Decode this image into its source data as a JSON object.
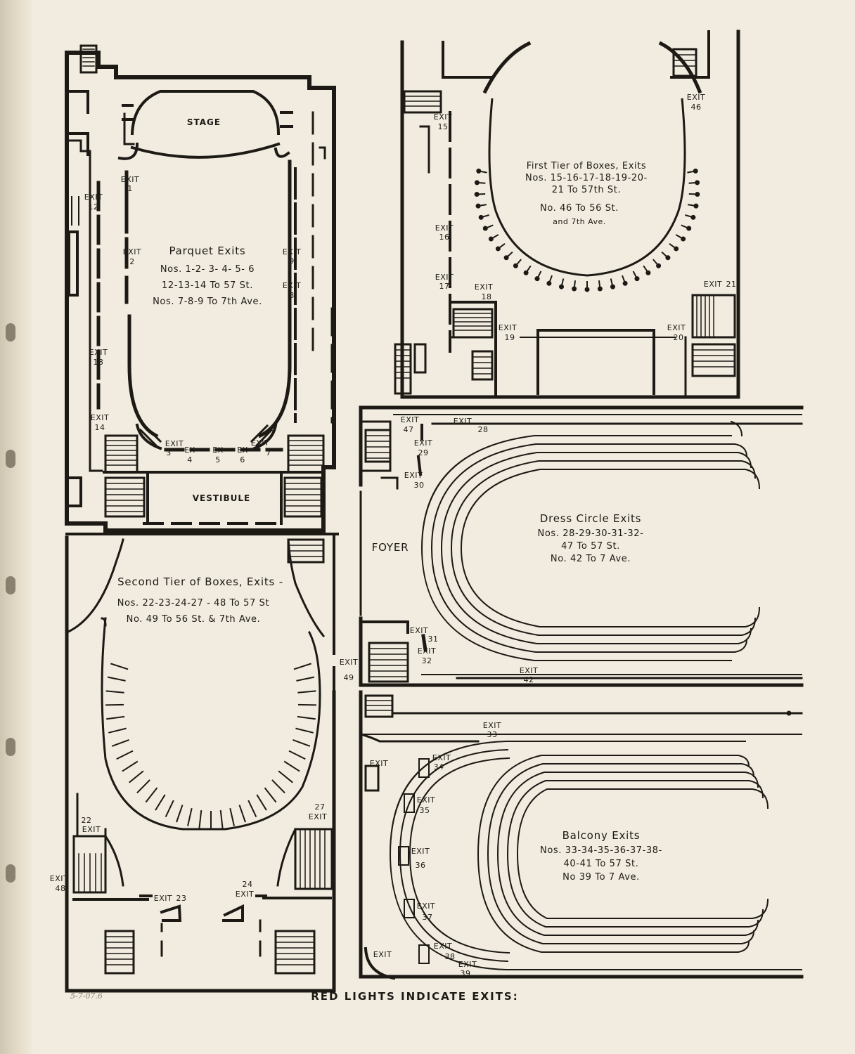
{
  "rooms": {
    "stage": "STAGE",
    "vestibule": "VESTIBULE",
    "foyer": "FOYER"
  },
  "parquet": {
    "title": "Parquet Exits",
    "lines": [
      "Nos. 1-2- 3- 4- 5- 6",
      "12-13-14 To 57 St.",
      "Nos. 7-8-9 To 7th Ave."
    ]
  },
  "first_tier": {
    "title": "First Tier of Boxes, Exits",
    "lines": [
      "Nos. 15-16-17-18-19-20-",
      "21 To 57th St.",
      "No. 46 To 56 St.",
      "and 7th Ave."
    ]
  },
  "second_tier": {
    "title": "Second Tier of Boxes, Exits -",
    "lines": [
      "Nos. 22-23-24-27 - 48 To 57 St",
      "No. 49 To 56 St. & 7th Ave."
    ]
  },
  "dress_circle": {
    "title": "Dress Circle Exits",
    "lines": [
      "Nos. 28-29-30-31-32-",
      "47 To 57 St.",
      "No. 42 To 7 Ave."
    ]
  },
  "balcony": {
    "title": "Balcony Exits",
    "lines": [
      "Nos. 33-34-35-36-37-38-",
      "40-41 To 57 St.",
      "No 39 To 7 Ave."
    ]
  },
  "exits": {
    "word": "EXIT",
    "short": "EX",
    "parquet": [
      "1",
      "2",
      "3",
      "4",
      "5",
      "6",
      "7",
      "8",
      "9",
      "12",
      "13",
      "14"
    ],
    "first_tier": [
      "15",
      "16",
      "17",
      "18",
      "19",
      "20",
      "21",
      "46"
    ],
    "dress_circle": [
      "28",
      "29",
      "30",
      "31",
      "32",
      "42",
      "47"
    ],
    "second_tier": [
      "22",
      "23",
      "24",
      "27",
      "48",
      "49"
    ],
    "balcony": [
      "33",
      "34",
      "35",
      "36",
      "37",
      "38",
      "39"
    ]
  },
  "footer": "RED LIGHTS INDICATE EXITS:",
  "handwritten_note": "5-7-07.6"
}
